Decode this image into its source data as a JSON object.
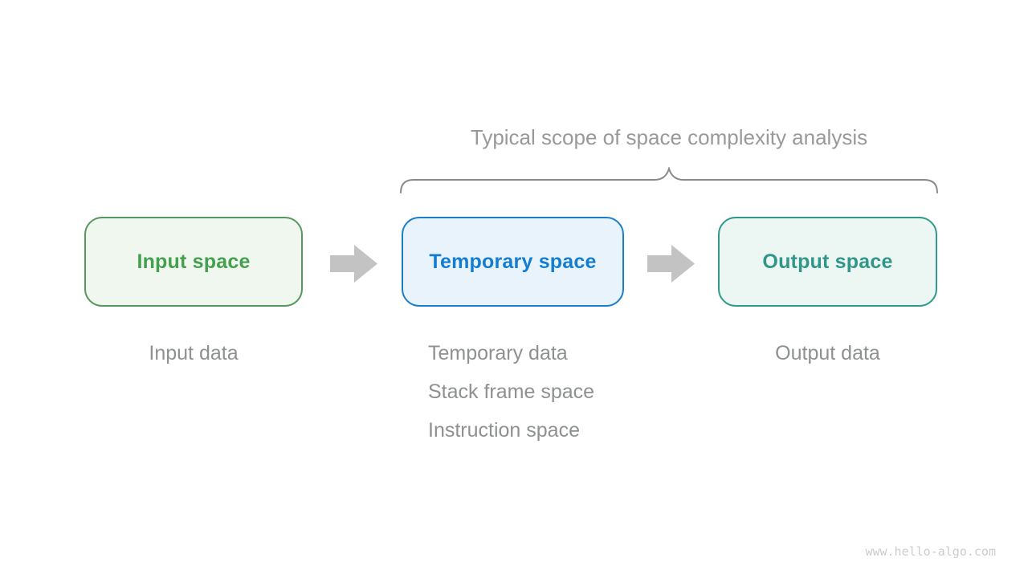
{
  "title": "Typical scope of space complexity analysis",
  "boxes": [
    {
      "id": "input-space",
      "label": "Input space",
      "border": "#55975c",
      "fill": "#eff7ef",
      "text_color": "#44a04e"
    },
    {
      "id": "temporary-space",
      "label": "Temporary space",
      "border": "#1b7ec8",
      "fill": "#e9f3fc",
      "text_color": "#147dd0"
    },
    {
      "id": "output-space",
      "label": "Output space",
      "border": "#2f998c",
      "fill": "#ecf6f3",
      "text_color": "#31968a"
    }
  ],
  "notes": {
    "input": "Input data",
    "temporary": [
      "Temporary data",
      "Stack frame space",
      "Instruction space"
    ],
    "output": "Output data"
  },
  "icons": {
    "arrow_right": "right-block-arrow",
    "brace": "horizontal-curly-brace"
  },
  "watermark": "www.hello-algo.com",
  "colors": {
    "background": "#ffffff",
    "title_text": "#98999b",
    "note_text": "#8e9091",
    "brace_stroke": "#8a8a8a",
    "arrow_fill": "#c3c3c3",
    "watermark_text": "#c9cdd0"
  }
}
